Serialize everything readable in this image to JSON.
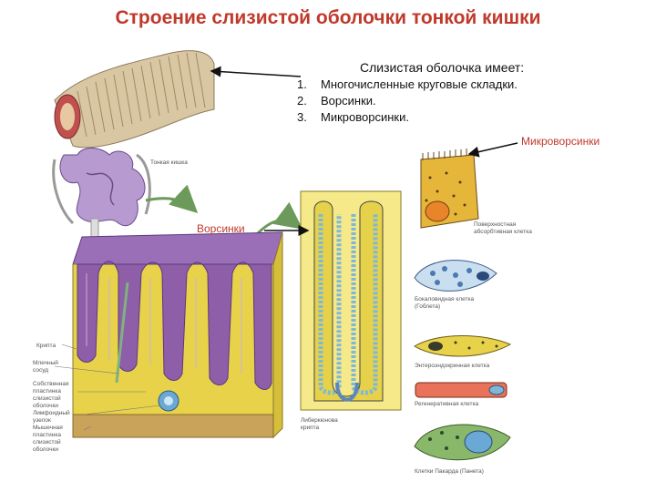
{
  "title": "Строение слизистой оболочки тонкой кишки",
  "intro": "Слизистая оболочка имеет:",
  "list": [
    {
      "num": "1.",
      "text": "Многочисленные круговые складки."
    },
    {
      "num": "2.",
      "text": "Ворсинки."
    },
    {
      "num": "3.",
      "text": "Микроворсинки."
    }
  ],
  "labels": {
    "microvilli": "Микроворсинки",
    "villi": "Ворсинки",
    "small_intestine": "Тонкая кишка",
    "crypt_left": "Крипта",
    "lacteal": "Млечный сосуд",
    "lamina_propria": "Собственная пластинка слизистой оболочки",
    "lymph_node": "Лимфоидный узелок",
    "muscularis_mucosae": "Мышечная пластинка слизистой оболочки",
    "crypt_center": "Либеркюнова крипта",
    "enterocyte": "Поверхностная абсорбтивная клетка",
    "goblet": "Бокаловидная клетка (Гоблета)",
    "enteroendocrine": "Энтероэндокринная клетка",
    "regenerative": "Регенеративная клетка",
    "paneth": "Клетки Пакарда (Панета)"
  },
  "colors": {
    "title": "#c0392b",
    "villus_purple": "#8e5ea8",
    "tissue_yellow": "#e8d24a",
    "arrow_green": "#6c9a5a"
  }
}
